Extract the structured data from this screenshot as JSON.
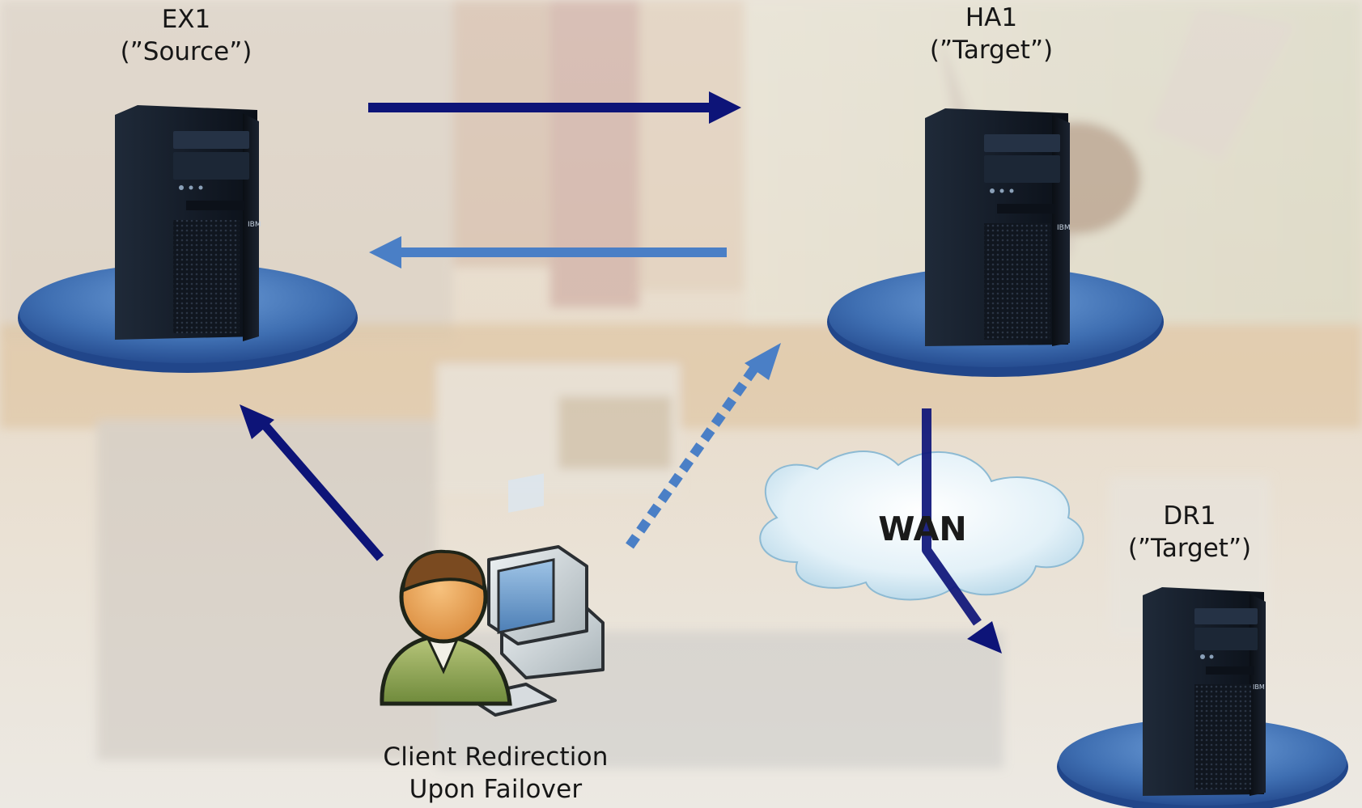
{
  "nodes": {
    "ex1": {
      "name": "EX1",
      "role": "(”Source”)"
    },
    "ha1": {
      "name": "HA1",
      "role": "(”Target”)"
    },
    "dr1": {
      "name": "DR1",
      "role": "(”Target”)"
    }
  },
  "client": {
    "line1": "Client Redirection",
    "line2": "Upon Failover"
  },
  "network": {
    "wan": "WAN"
  },
  "server_badge": "IBM",
  "colors": {
    "arrow_dark": "#0d1478",
    "arrow_light": "#4a7fc6",
    "platform": "#3f6fb2",
    "server_body": "#141c28"
  }
}
